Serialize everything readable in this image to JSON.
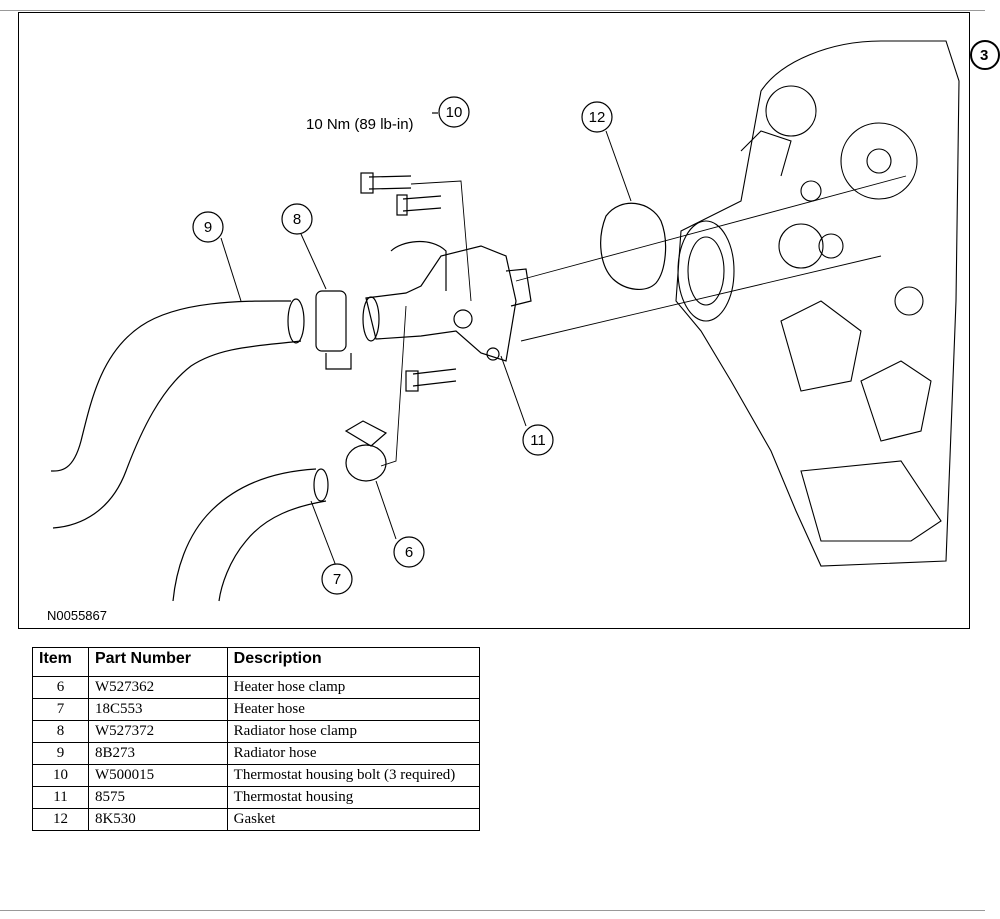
{
  "figure": {
    "id": "N0055867",
    "torque_spec": "10 Nm (89 lb-in)",
    "callouts": [
      "6",
      "7",
      "8",
      "9",
      "10",
      "11",
      "12"
    ],
    "edge_badge": "3"
  },
  "table": {
    "headers": [
      "Item",
      "Part Number",
      "Description"
    ],
    "rows": [
      {
        "item": "6",
        "part": "W527362",
        "desc": "Heater hose clamp"
      },
      {
        "item": "7",
        "part": "18C553",
        "desc": "Heater hose"
      },
      {
        "item": "8",
        "part": "W527372",
        "desc": "Radiator hose clamp"
      },
      {
        "item": "9",
        "part": "8B273",
        "desc": "Radiator hose"
      },
      {
        "item": "10",
        "part": "W500015",
        "desc": "Thermostat housing bolt (3 required)"
      },
      {
        "item": "11",
        "part": "8575",
        "desc": "Thermostat housing"
      },
      {
        "item": "12",
        "part": "8K530",
        "desc": "Gasket"
      }
    ]
  }
}
